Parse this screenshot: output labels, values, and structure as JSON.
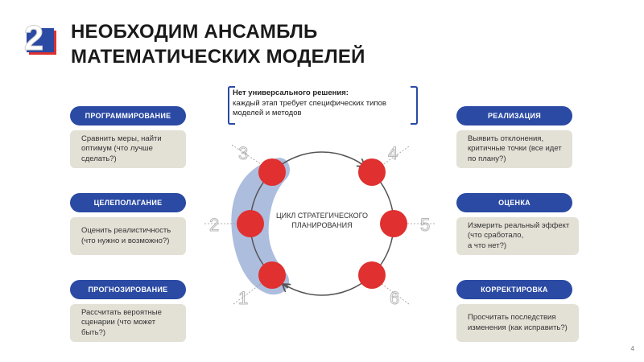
{
  "header": {
    "logo_digit": "2",
    "title_line1": "НЕОБХОДИМ АНСАМБЛЬ",
    "title_line2": "МАТЕМАТИЧЕСКИХ МОДЕЛЕЙ"
  },
  "callout": {
    "bold": "Нет универсального решения:",
    "text": "каждый этап требует специфических типов моделей и методов"
  },
  "cycle": {
    "center_line1": "ЦИКЛ СТРАТЕГИЧЕСКОГО",
    "center_line2": "ПЛАНИРОВАНИЯ",
    "numbers": [
      "1",
      "2",
      "3",
      "4",
      "5",
      "6"
    ]
  },
  "left": [
    {
      "label": "ПРОГРАММИРОВАНИЕ",
      "text": "Сравнить меры, найти\nоптимум (что лучше\nсделать?)"
    },
    {
      "label": "ЦЕЛЕПОЛАГАНИЕ",
      "text": "Оценить реалистичность\n(что нужно и возможно?)"
    },
    {
      "label": "ПРОГНОЗИРОВАНИЕ",
      "text": "Рассчитать вероятные\nсценарии (что может быть?)"
    }
  ],
  "right": [
    {
      "label": "РЕАЛИЗАЦИЯ",
      "text": "Выявить отклонения,\nкритичные точки (все идет\nпо плану?)"
    },
    {
      "label": "ОЦЕНКА",
      "text": "Измерить реальный эффект\n(что сработало,\nа что нет?)"
    },
    {
      "label": "КОРРЕКТИРОВКА",
      "text": "Просчитать последствия\nизменения (как исправить?)"
    }
  ],
  "colors": {
    "pill": "#2b4aa3",
    "box": "#e3e0d6",
    "node": "#e03030",
    "highlight": "#9fb1d8",
    "ring": "#555555"
  },
  "page_number": "4"
}
